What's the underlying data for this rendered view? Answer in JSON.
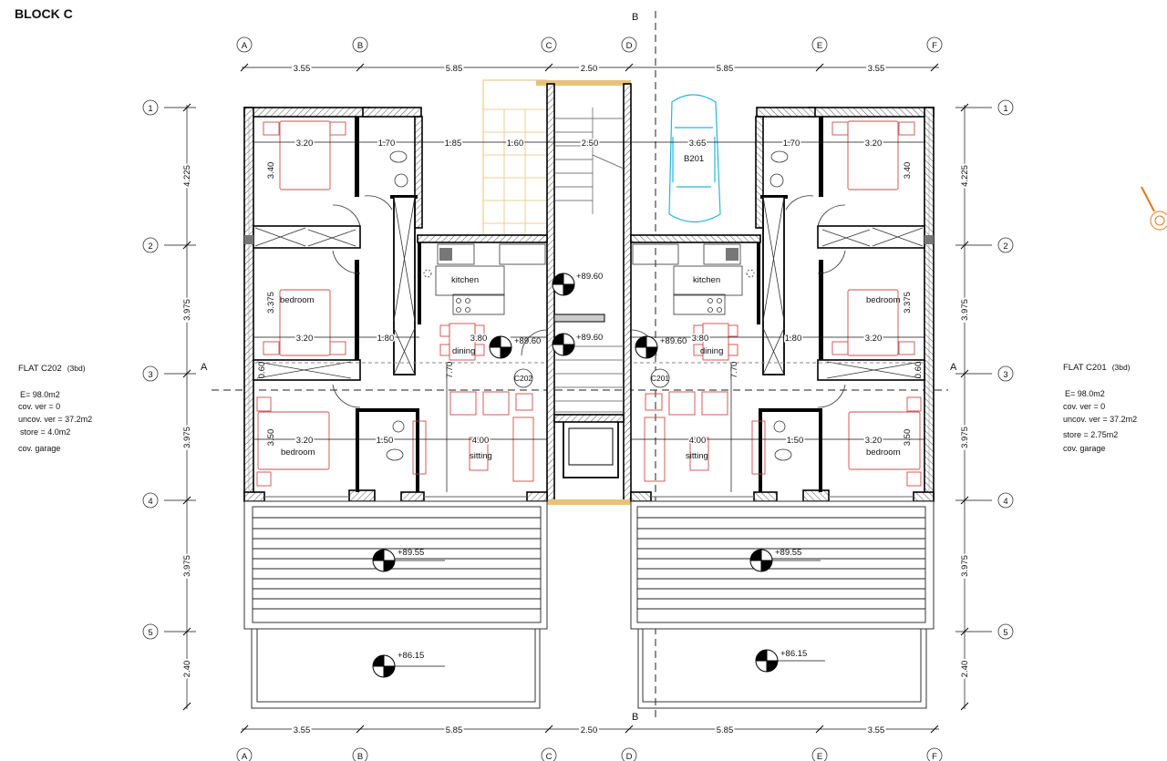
{
  "title": "BLOCK C",
  "grid": {
    "columns": [
      "A",
      "B",
      "C",
      "D",
      "E",
      "F"
    ],
    "rows": [
      "1",
      "2",
      "3",
      "4",
      "5"
    ]
  },
  "dims_horizontal": [
    "3.55",
    "5.85",
    "2.50",
    "5.85",
    "3.55"
  ],
  "dims_vertical": [
    "4.225",
    "3.975",
    "3.975",
    "3.975",
    "2.40"
  ],
  "section_marks": {
    "a": "A",
    "b": "B"
  },
  "flats": [
    {
      "name": "FLAT  C202",
      "type": "(3bd)",
      "lines": [
        "E= 98.0m2",
        "cov. ver = 0",
        "uncov. ver = 37.2m2",
        " store = 4.0m2",
        "cov. garage"
      ]
    },
    {
      "name": "FLAT  C201",
      "type": "(3bd)",
      "lines": [
        "E= 98.0m2",
        "cov. ver = 0",
        "uncov. ver = 37.2m2",
        "store = 2.75m2",
        "cov. garage"
      ]
    }
  ],
  "rooms": {
    "left": {
      "bedroom2": "bedroom",
      "kitchen": "kitchen",
      "dining": "dining",
      "bedroom3": "bedroom",
      "sitting": "sitting",
      "tag": "C202"
    },
    "right": {
      "bedroom2": "bedroom",
      "kitchen": "kitchen",
      "dining": "dining",
      "bedroom3": "bedroom",
      "sitting": "sitting",
      "tag": "C201"
    },
    "parking": "B201"
  },
  "room_dims": {
    "left": [
      "3.20",
      "1.70",
      "1.85",
      "1.60",
      "3.40",
      "3.375",
      "3.20",
      "1.80",
      "3.80",
      "0.60",
      "7.70",
      "3.20",
      "1.50",
      "4.00",
      "3.50"
    ],
    "stair": "2.50",
    "right": [
      "3.65",
      "1.70",
      "3.20",
      "3.40",
      "3.375",
      "3.20",
      "1.80",
      "3.80",
      "0.60",
      "7.70",
      "3.20",
      "1.50",
      "4.00",
      "3.50"
    ]
  },
  "levels": {
    "stair_upper": "+89.60",
    "stair_lower": "+89.60",
    "left_dining": "+89.60",
    "right_dining": "+89.60",
    "left_veranda": "+89.55",
    "right_veranda": "+89.55",
    "left_yard": "+86.15",
    "right_yard": "+86.15"
  },
  "colors": {
    "furniture": "#d04a4a",
    "car": "#29b6d6",
    "stair_tile": "#e8c27a",
    "compass": "#e07a1e"
  }
}
